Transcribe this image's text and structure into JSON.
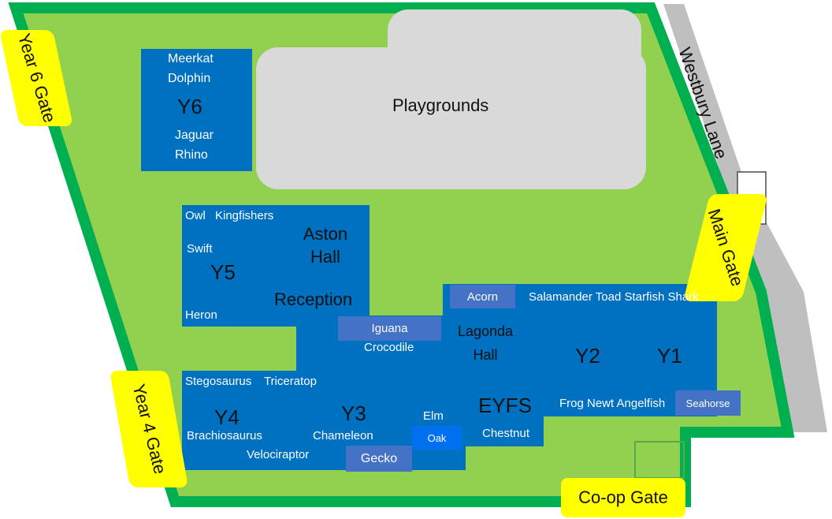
{
  "map": {
    "playgrounds": "Playgrounds",
    "roads": {
      "westbury_lane": "Westbury Lane"
    },
    "gates": {
      "year6": "Year 6 Gate",
      "year4": "Year 4 Gate",
      "main": "Main Gate",
      "coop": "Co-op Gate"
    },
    "y6": {
      "label": "Y6",
      "classes": [
        "Meerkat",
        "Dolphin",
        "Jaguar",
        "Rhino"
      ]
    },
    "y5": {
      "label": "Y5",
      "classes": [
        "Owl",
        "Kingfishers",
        "Swift",
        "Heron"
      ]
    },
    "aston_hall": "Aston Hall",
    "reception": {
      "label": "Reception",
      "classes": [
        "Iguana",
        "Crocodile"
      ]
    },
    "lagonda_hall": "Lagonda Hall",
    "y4": {
      "label": "Y4",
      "classes": [
        "Stegosaurus",
        "Triceratop",
        "Brachiosaurus",
        "Velociraptor"
      ]
    },
    "y3": {
      "label": "Y3",
      "classes": [
        "Chameleon",
        "Gecko"
      ]
    },
    "eyfs": {
      "label": "EYFS",
      "classes": [
        "Elm",
        "Oak",
        "Chestnut",
        "Acorn"
      ]
    },
    "y2": {
      "label": "Y2"
    },
    "y1": {
      "label": "Y1"
    },
    "ks1_classes_top": "Salamander Toad Starfish Shark",
    "ks1_classes_bottom": "Frog Newt Angelfish",
    "seahorse": "Seahorse",
    "colors": {
      "grass": "#92d050",
      "fence": "#00b050",
      "building": "#0070c0",
      "playground": "#d9d9d9",
      "road": "#bfbfbf",
      "gate": "#ffff00",
      "chip": "#4472c4",
      "oak": "#0070f0"
    }
  }
}
